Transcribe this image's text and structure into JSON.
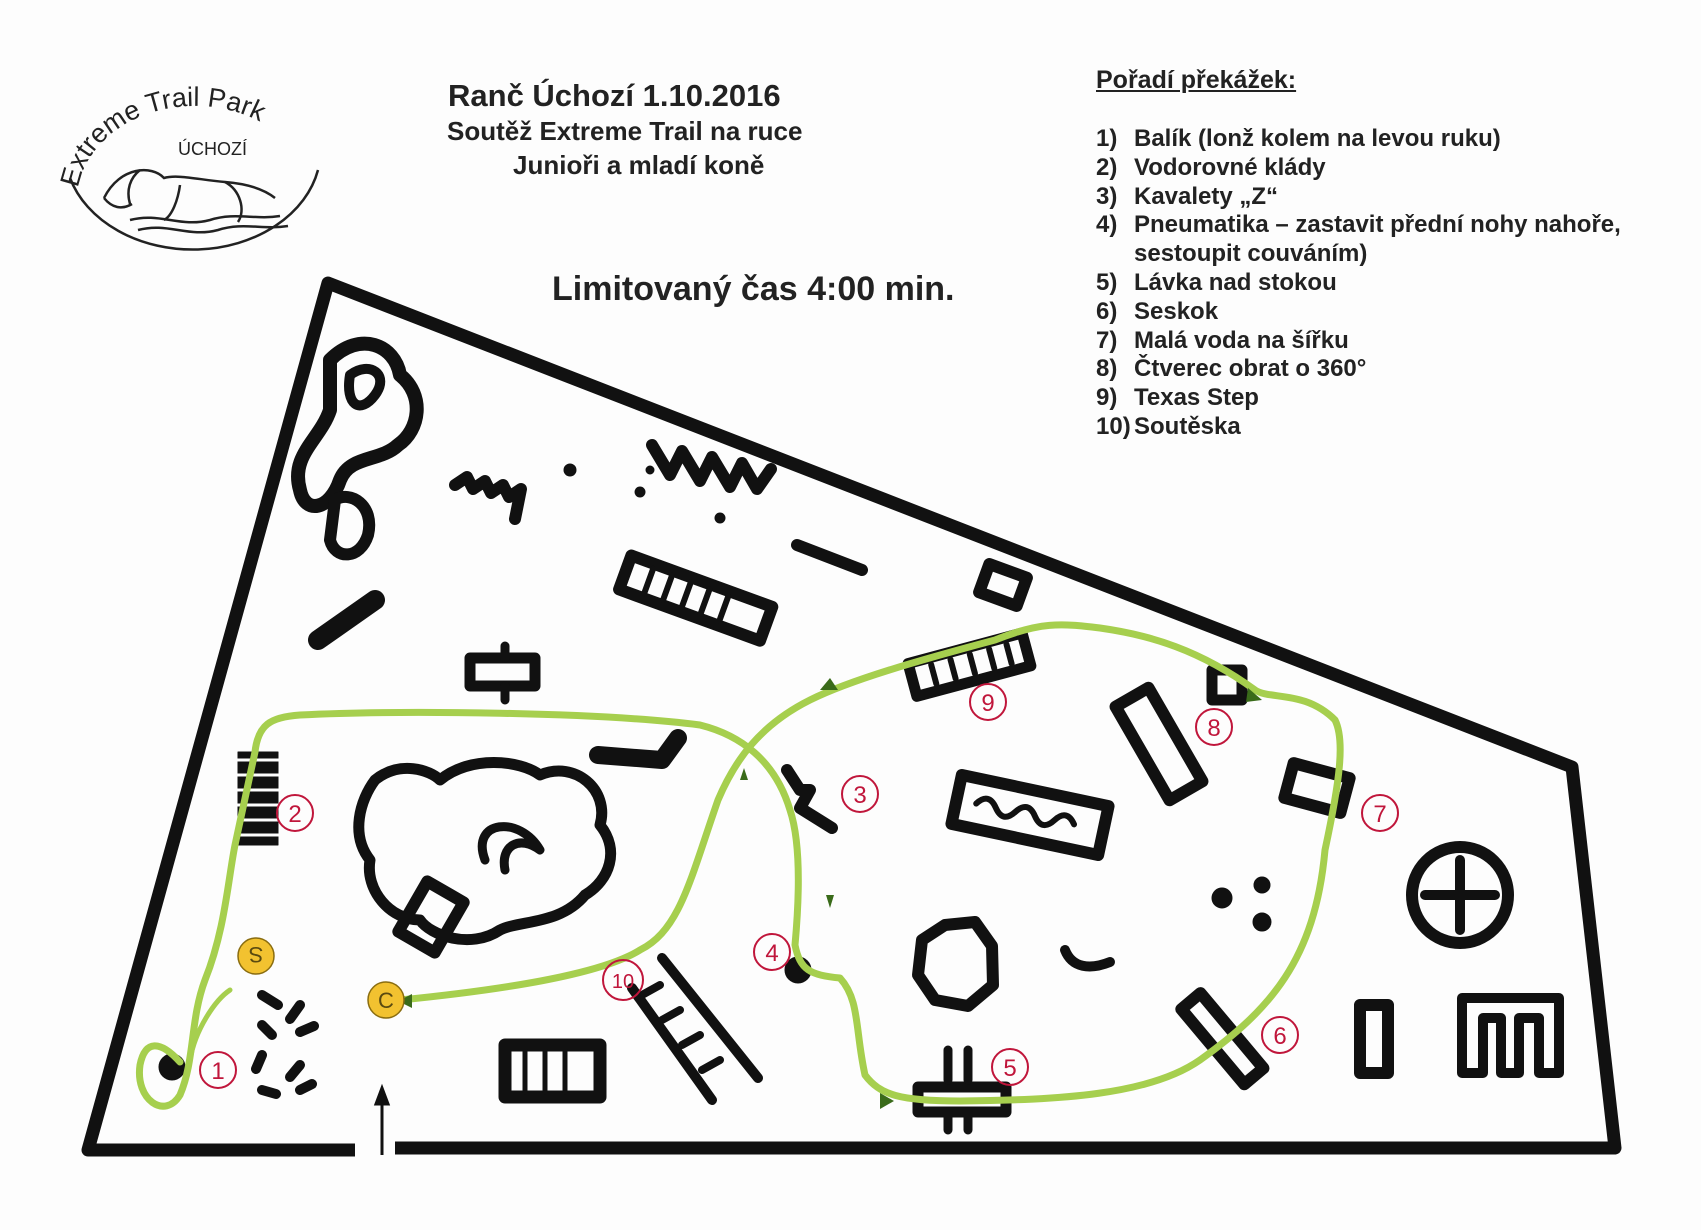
{
  "logo": {
    "line1": "Extreme Trail Park",
    "line2": "ÚCHOZÍ",
    "icon": "horse-icon"
  },
  "header": {
    "title": "Ranč Úchozí  1.10.2016",
    "subtitle1": "Soutěž Extreme Trail na ruce",
    "subtitle2": "Junioři a mladí koně",
    "time_limit": "Limitovaný čas 4:00 min."
  },
  "legend": {
    "title": "Pořadí překážek:",
    "items": [
      {
        "num": "1)",
        "text": "Balík (lonž kolem na levou ruku)"
      },
      {
        "num": "2)",
        "text": "Vodorovné klády"
      },
      {
        "num": "3)",
        "text": "Kavalety „Z“"
      },
      {
        "num": "4)",
        "text": "Pneumatika – zastavit přední nohy nahoře,\nsestoupit couváním)"
      },
      {
        "num": "5)",
        "text": "Lávka nad stokou"
      },
      {
        "num": "6)",
        "text": "Seskok"
      },
      {
        "num": "7)",
        "text": "Malá voda na šířku"
      },
      {
        "num": "8)",
        "text": "Čtverec obrat o 360°"
      },
      {
        "num": "9)",
        "text": "Texas Step"
      },
      {
        "num": "10)",
        "text": "Soutěska"
      }
    ]
  },
  "map": {
    "start_label": "S",
    "finish_label": "C",
    "markers": [
      "1",
      "2",
      "3",
      "4",
      "5",
      "6",
      "7",
      "8",
      "9",
      "10"
    ],
    "route_color": "#a6cf4e",
    "marker_color": "#c0163b",
    "start_finish_color": "#f2c230"
  }
}
